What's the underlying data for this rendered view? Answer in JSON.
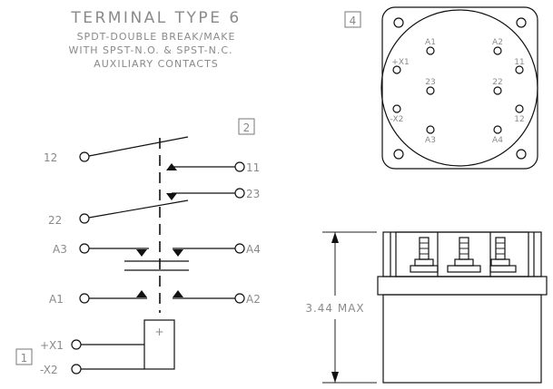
{
  "title": {
    "line1": "TERMINAL TYPE 6",
    "line2": "SPDT-DOUBLE BREAK/MAKE",
    "line3": "WITH SPST-N.O. & SPST-N.C.",
    "line4": "AUXILIARY CONTACTS"
  },
  "callouts": {
    "coil": "1",
    "schematic": "2",
    "top_view": "4"
  },
  "schematic": {
    "terminal_12": "12",
    "terminal_11": "11",
    "terminal_23": "23",
    "terminal_22": "22",
    "terminal_a3": "A3",
    "terminal_a4": "A4",
    "terminal_a1": "A1",
    "terminal_a2": "A2",
    "terminal_x1": "+X1",
    "terminal_x2": "-X2",
    "coil_polarity": "+"
  },
  "top_view": {
    "a1": "A1",
    "a2": "A2",
    "x1": "+X1",
    "t11": "11",
    "t23": "23",
    "t22": "22",
    "x2": "-X2",
    "t12": "12",
    "a3": "A3",
    "a4": "A4"
  },
  "side_view": {
    "height_dim": "3.44 MAX"
  }
}
